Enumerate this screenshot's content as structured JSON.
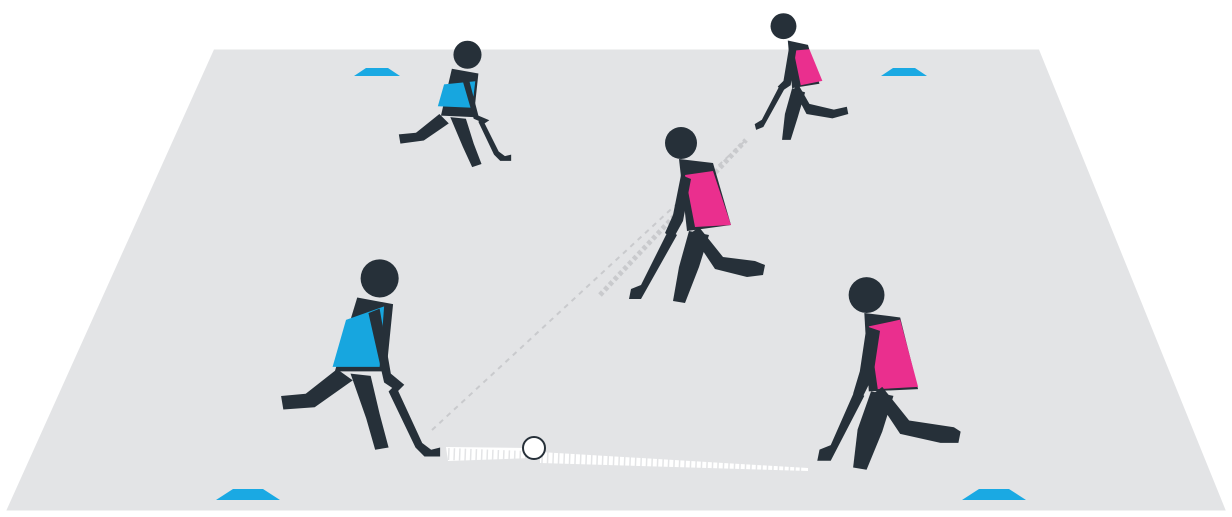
{
  "colors": {
    "pitch": "#e3e4e6",
    "pitch_border": "#ffffff",
    "player_body": "#263039",
    "team_blue": "#17a6df",
    "team_pink": "#ea2f8e",
    "cone": "#1aa9e3",
    "ball": "#ffffff",
    "pass_line": "#ffffff",
    "pass_line_dashed": "#c9cacd"
  },
  "icons": {
    "cones": "cone-marker-icon",
    "ball": "hockey-ball-icon",
    "players": "field-hockey-player-icon"
  },
  "drill": {
    "cones_count": 4,
    "attackers_blue": 2,
    "defenders_pink": 3
  }
}
